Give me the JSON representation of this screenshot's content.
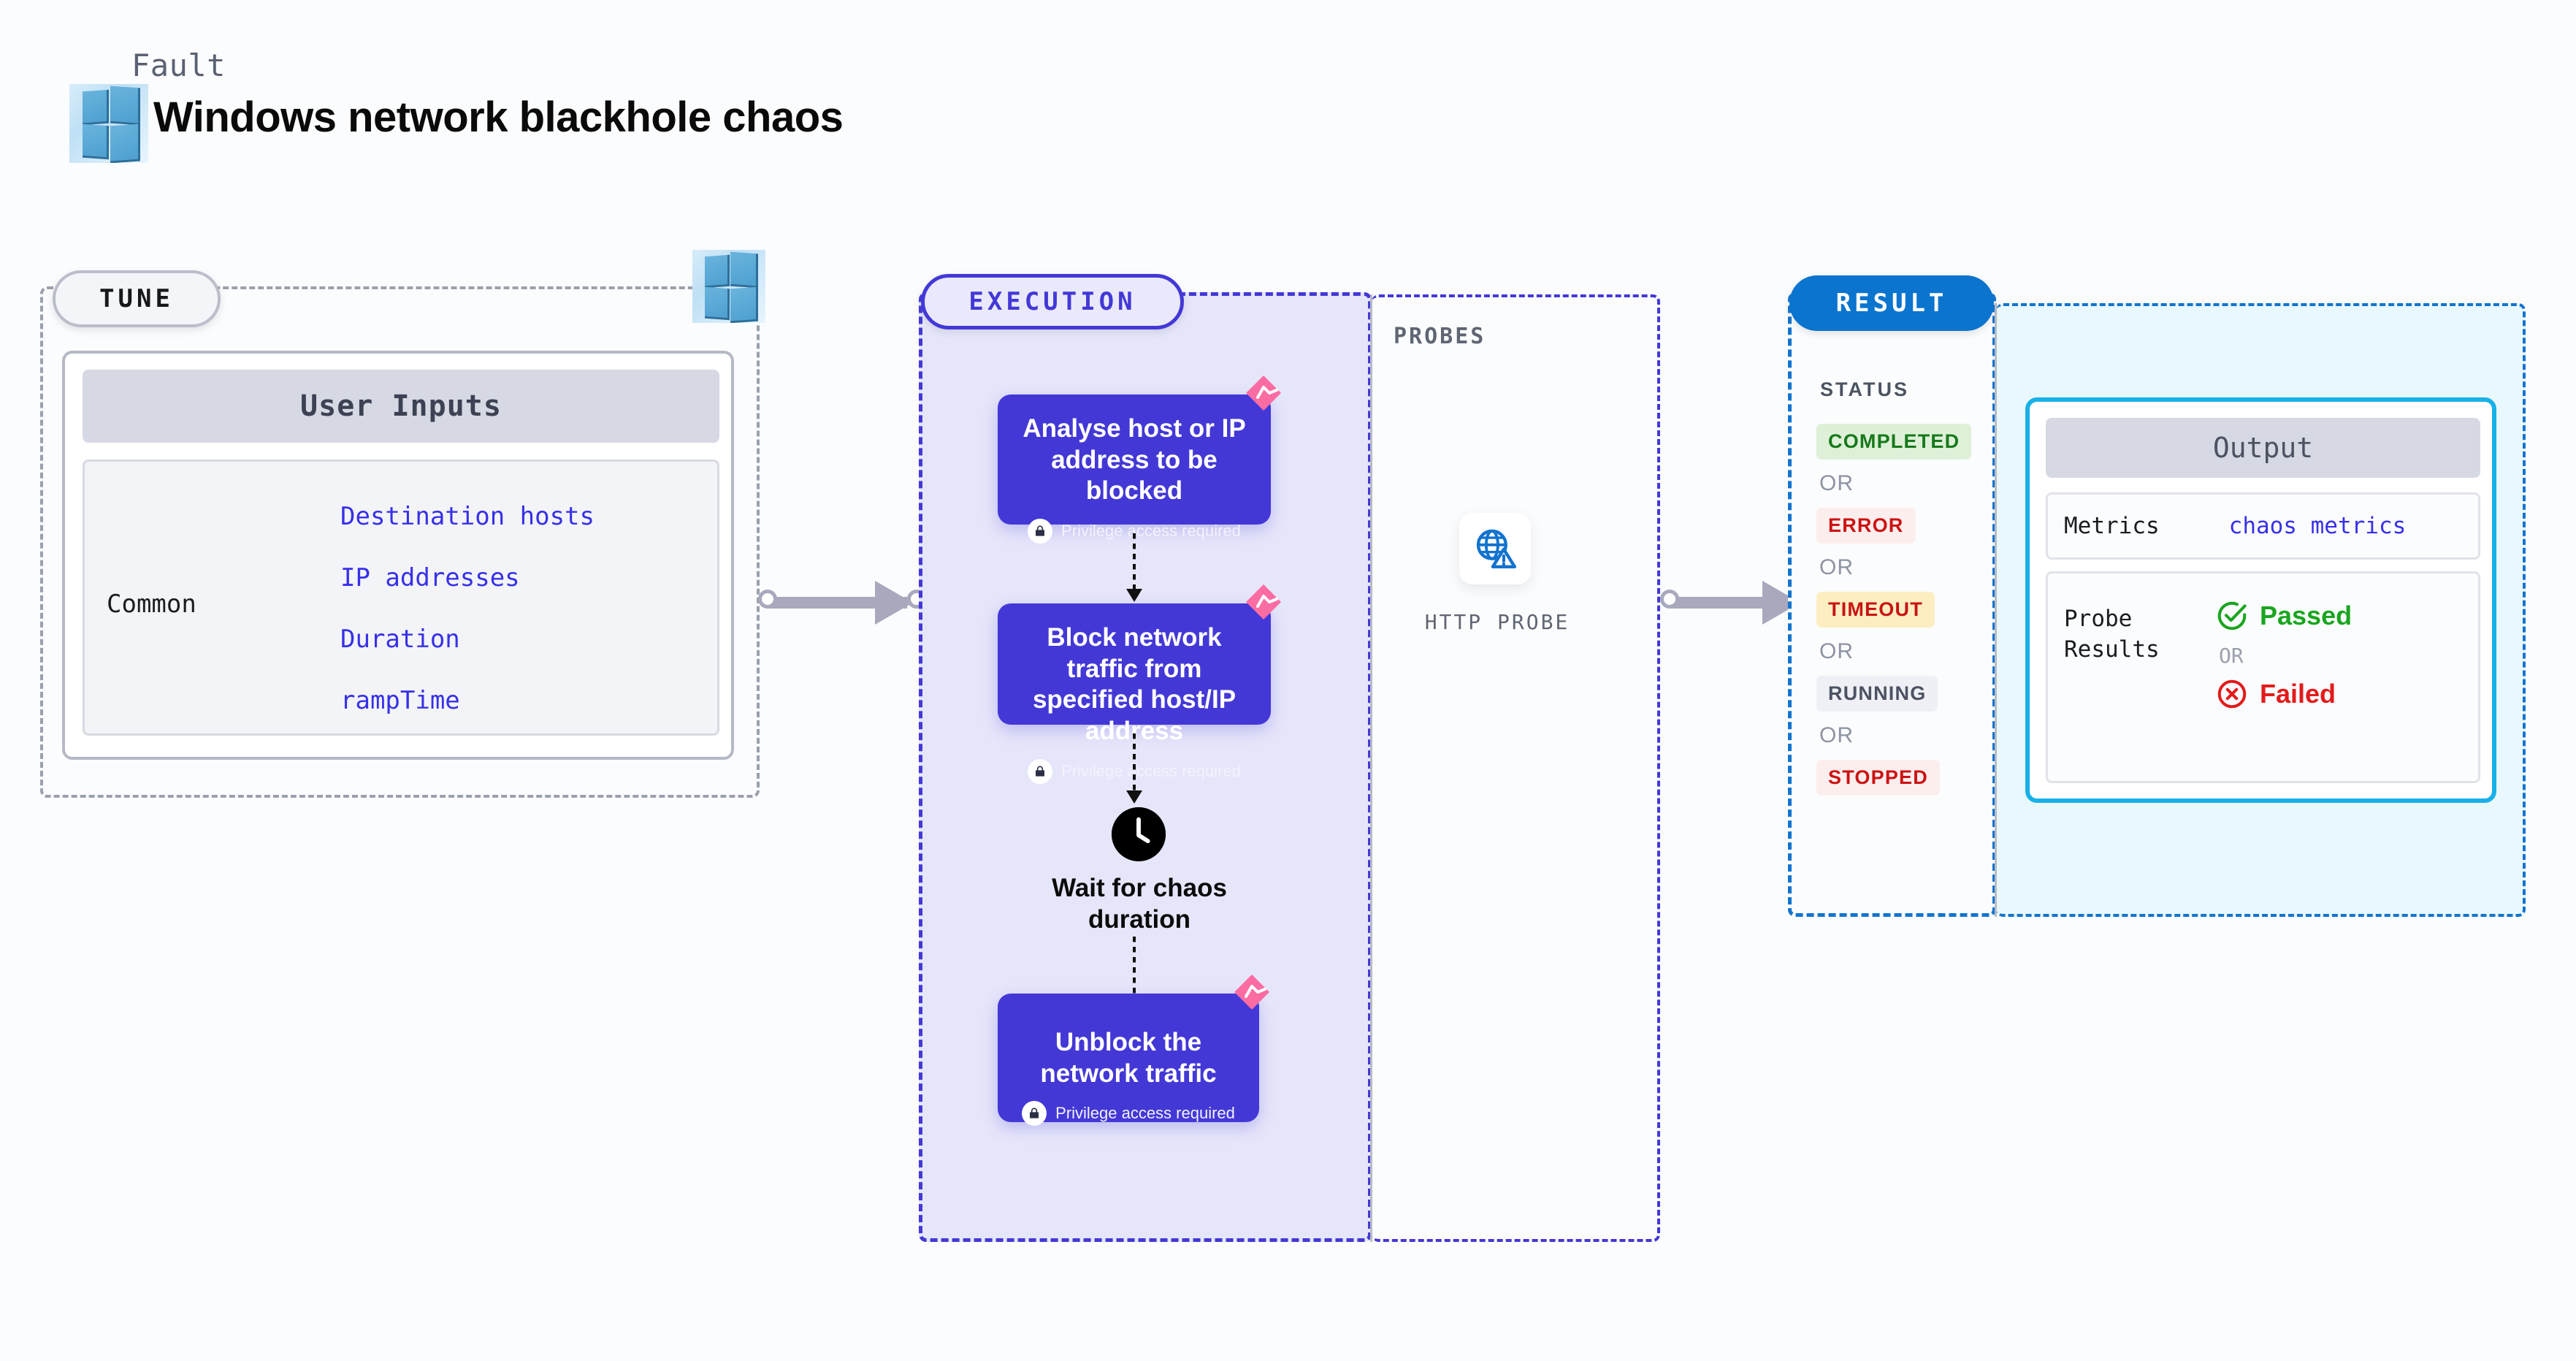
{
  "header": {
    "kicker": "Fault",
    "title": "Windows network blackhole chaos",
    "logo_icon": "windows-logo-icon"
  },
  "tune": {
    "pill_label": "TUNE",
    "platform_logo_icon": "windows-logo-icon",
    "card_header": "User Inputs",
    "group_label": "Common",
    "inputs": [
      {
        "label": "Destination hosts"
      },
      {
        "label": "IP addresses"
      },
      {
        "label": "Duration"
      },
      {
        "label": "rampTime"
      }
    ]
  },
  "execution": {
    "pill_label": "EXECUTION",
    "privilege_note": "Privilege access required",
    "steps": [
      {
        "title": "Analyse host or IP address to be blocked",
        "privileged": true,
        "badge_icon": "litmus-chaos-badge-icon"
      },
      {
        "title": "Block network traffic from specified host/IP address",
        "privileged": true,
        "badge_icon": "litmus-chaos-badge-icon"
      },
      {
        "title": "Unblock the network traffic",
        "privileged": true,
        "badge_icon": "litmus-chaos-badge-icon"
      }
    ],
    "wait": {
      "icon": "clock-icon",
      "label": "Wait for chaos duration"
    }
  },
  "probes": {
    "section_label": "PROBES",
    "items": [
      {
        "label": "HTTP PROBE",
        "icon": "globe-warning-icon"
      }
    ]
  },
  "result": {
    "pill_label": "RESULT",
    "status_label": "STATUS",
    "or_label": "OR",
    "statuses": [
      {
        "label": "COMPLETED",
        "color": "#167a1b",
        "bg": "#def0d8"
      },
      {
        "label": "ERROR",
        "color": "#cc1212",
        "bg": "#fdeeee"
      },
      {
        "label": "TIMEOUT",
        "color": "#c81313",
        "bg": "#fdeec2"
      },
      {
        "label": "RUNNING",
        "color": "#4c5262",
        "bg": "#eff0f5"
      },
      {
        "label": "STOPPED",
        "color": "#cc1212",
        "bg": "#fdeeee"
      }
    ],
    "output": {
      "header": "Output",
      "metrics_label": "Metrics",
      "metrics_value": "chaos metrics",
      "probe_results_label": "Probe Results",
      "passed_label": "Passed",
      "failed_label": "Failed",
      "passed_icon": "check-circle-icon",
      "failed_icon": "x-circle-icon",
      "or_label": "OR",
      "passed_color": "#19a51f",
      "failed_color": "#e31b1b"
    }
  },
  "connectors": [
    {
      "name": "tune-to-execution"
    },
    {
      "name": "probes-to-result"
    }
  ],
  "colors": {
    "accent_indigo": "#4338d6",
    "accent_blue": "#0b74cf",
    "accent_cyan": "#18b0e8",
    "chaos_pink": "#fb6ca2",
    "page_bg": "#fbfcfd"
  }
}
